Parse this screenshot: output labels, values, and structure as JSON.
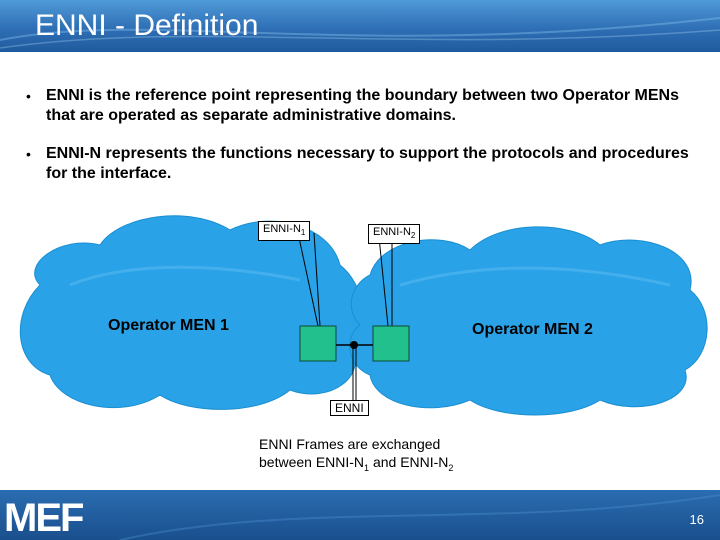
{
  "title": "ENNI - Definition",
  "bullets": [
    "ENNI is the reference point representing the boundary between two Operator MENs that are operated as separate administrative domains.",
    "ENNI-N represents the functions necessary to support the protocols and procedures for the interface."
  ],
  "diagram": {
    "enni_n1": {
      "base": "ENNI-N",
      "sub": "1"
    },
    "enni_n2": {
      "base": "ENNI-N",
      "sub": "2"
    },
    "men1": "Operator MEN 1",
    "men2": "Operator MEN 2",
    "enni": "ENNI",
    "caption_line1": "ENNI Frames are exchanged",
    "caption_line2_a": "between ENNI-N",
    "caption_line2_sub1": "1",
    "caption_line2_b": " and ENNI-N",
    "caption_line2_sub2": "2",
    "colors": {
      "cloud": "#2aa2e8",
      "node": "#22c08c",
      "header": "#2f6fb5"
    }
  },
  "footer": {
    "logo": "MEF",
    "page_number": "16"
  }
}
